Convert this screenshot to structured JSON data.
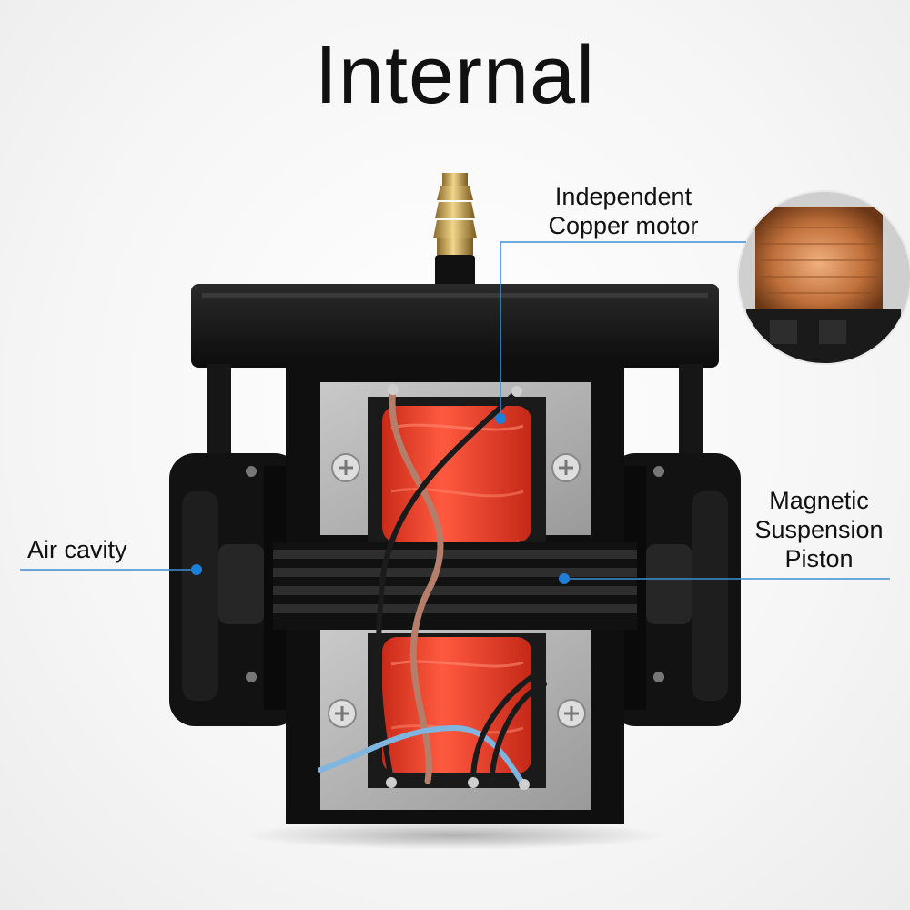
{
  "title": "Internal",
  "callouts": {
    "copper_motor": {
      "line1": "Independent",
      "line2": "Copper motor"
    },
    "air_cavity": {
      "line1": "Air cavity"
    },
    "piston": {
      "line1": "Magnetic",
      "line2": "Suspension",
      "line3": "Piston"
    }
  },
  "colors": {
    "callout_line": "#3a8fd8",
    "coil": "#f0452e",
    "body": "#151515"
  }
}
